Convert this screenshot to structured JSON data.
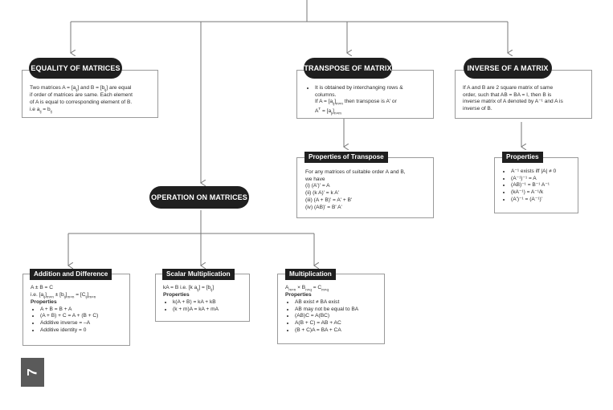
{
  "equality": {
    "title": "EQUALITY OF MATRICES",
    "l1": "Two matrices A = [a",
    "l1s1": "ij",
    "l1b": "] and B = [b",
    "l1s2": "ij",
    "l1c": "] are equal",
    "l2": "if order of matrices are same. Each element",
    "l3": "of A is equal to corresponding element of B.",
    "l4": "i.e a",
    "l4s1": "ij",
    "l4b": " = b",
    "l4s2": "ij"
  },
  "transpose": {
    "title": "TRANSPOSE OF MATRIX",
    "l1": "It is obtained by interchanging rows &",
    "l2": "columns.",
    "l3": "If A = [a",
    "l3s1": "ij",
    "l3b": "]",
    "l3s2": "m×n",
    "l3c": " then transpose is A' or",
    "l4": "A",
    "l4b": "T",
    "l4c": " = [a",
    "l4s1": "ji",
    "l4d": "]",
    "l4s2": "n×m"
  },
  "inverse": {
    "title": "INVERSE OF A MATRIX",
    "l1": "If A and B are 2 square matrix of same",
    "l2": "order, such that AB = BA = I, then B is",
    "l3": "inverse matrix of A denoted by A⁻¹ and A is",
    "l4": "inverse of B."
  },
  "prop_transpose": {
    "title": "Properties of Transpose",
    "l1": "For any matrices of suitable order A and B,",
    "l2": "we have",
    "items": [
      "(i)    (A')' = A",
      "(ii)   (k A)' = k A'",
      "(iii)  (A + B)' = A' + B'",
      "(iv)  (AB)' = B' A'"
    ]
  },
  "prop_inverse": {
    "title": "Properties",
    "items": [
      "A⁻¹ exists iff |A| ≠ 0",
      "(A⁻¹)⁻¹ = A",
      "(AB)⁻¹ = B⁻¹ A⁻¹",
      "(kA⁻¹) = A⁻¹/k",
      "(A')⁻¹ = (A⁻¹)'"
    ]
  },
  "operation": {
    "title": "OPERATION ON MATRICES"
  },
  "addition": {
    "title": "Addition and Difference",
    "l1": "A ± B = C",
    "l2": "i.e. [a",
    "l2s1": "ij",
    "l2b": "]",
    "l2s2": "m×n",
    "l2c": " ± [b",
    "l2s3": "ij",
    "l2d": "]",
    "l2s4": "m×n",
    "l2e": " = [C",
    "l2s5": "ij",
    "l2f": "]",
    "l2s6": "m×n",
    "props": "Properties",
    "items": [
      "A + B = B + A",
      "(A + B) + C = A + (B + C)",
      "Additive inverse = –A",
      "Additive identity = 0"
    ]
  },
  "scalar": {
    "title": "Scalar Multiplication",
    "l1": "kA = B i.e. [k a",
    "l1s1": "ij",
    "l1b": "] = [b",
    "l1s2": "ij",
    "l1c": "]",
    "props": "Properties",
    "items": [
      "k(A + B) = kA + kB",
      "(k + m)A = kA + mA"
    ]
  },
  "multiplication": {
    "title": "Multiplication",
    "l1": "A",
    "l1s1": "m×n",
    "l1b": " × B",
    "l1s2": "n×q",
    "l1c": " = C",
    "l1s3": "m×q",
    "props": "Properties",
    "items": [
      "AB exist ≠ BA exist",
      "AB may not be equal to BA",
      "(AB)C = A(BC)",
      "A(B + C) = AB + AC",
      "(B + C)A = BA + CA"
    ]
  },
  "page_number": "7"
}
